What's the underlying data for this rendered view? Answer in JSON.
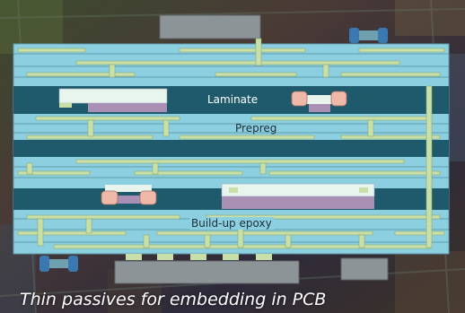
{
  "labels": {
    "laminate": "Laminate",
    "prepreg": "Prepreg",
    "buildup": "Build-up epoxy"
  },
  "caption": "Thin passives for embedding in PCB",
  "colors": {
    "background_dark": "#2a2420",
    "layer_light": "#8ccfe0",
    "layer_dark": "#1f5a6c",
    "copper_trace": "#c8dfa8",
    "die_gray": "#8d9498",
    "embedded_cavity": "#e8f4ee",
    "component_pink": "#f0b8a8",
    "component_purple": "#a98fb3",
    "connector_blue": "#3c78b0",
    "caption_text": "#ffffff"
  }
}
